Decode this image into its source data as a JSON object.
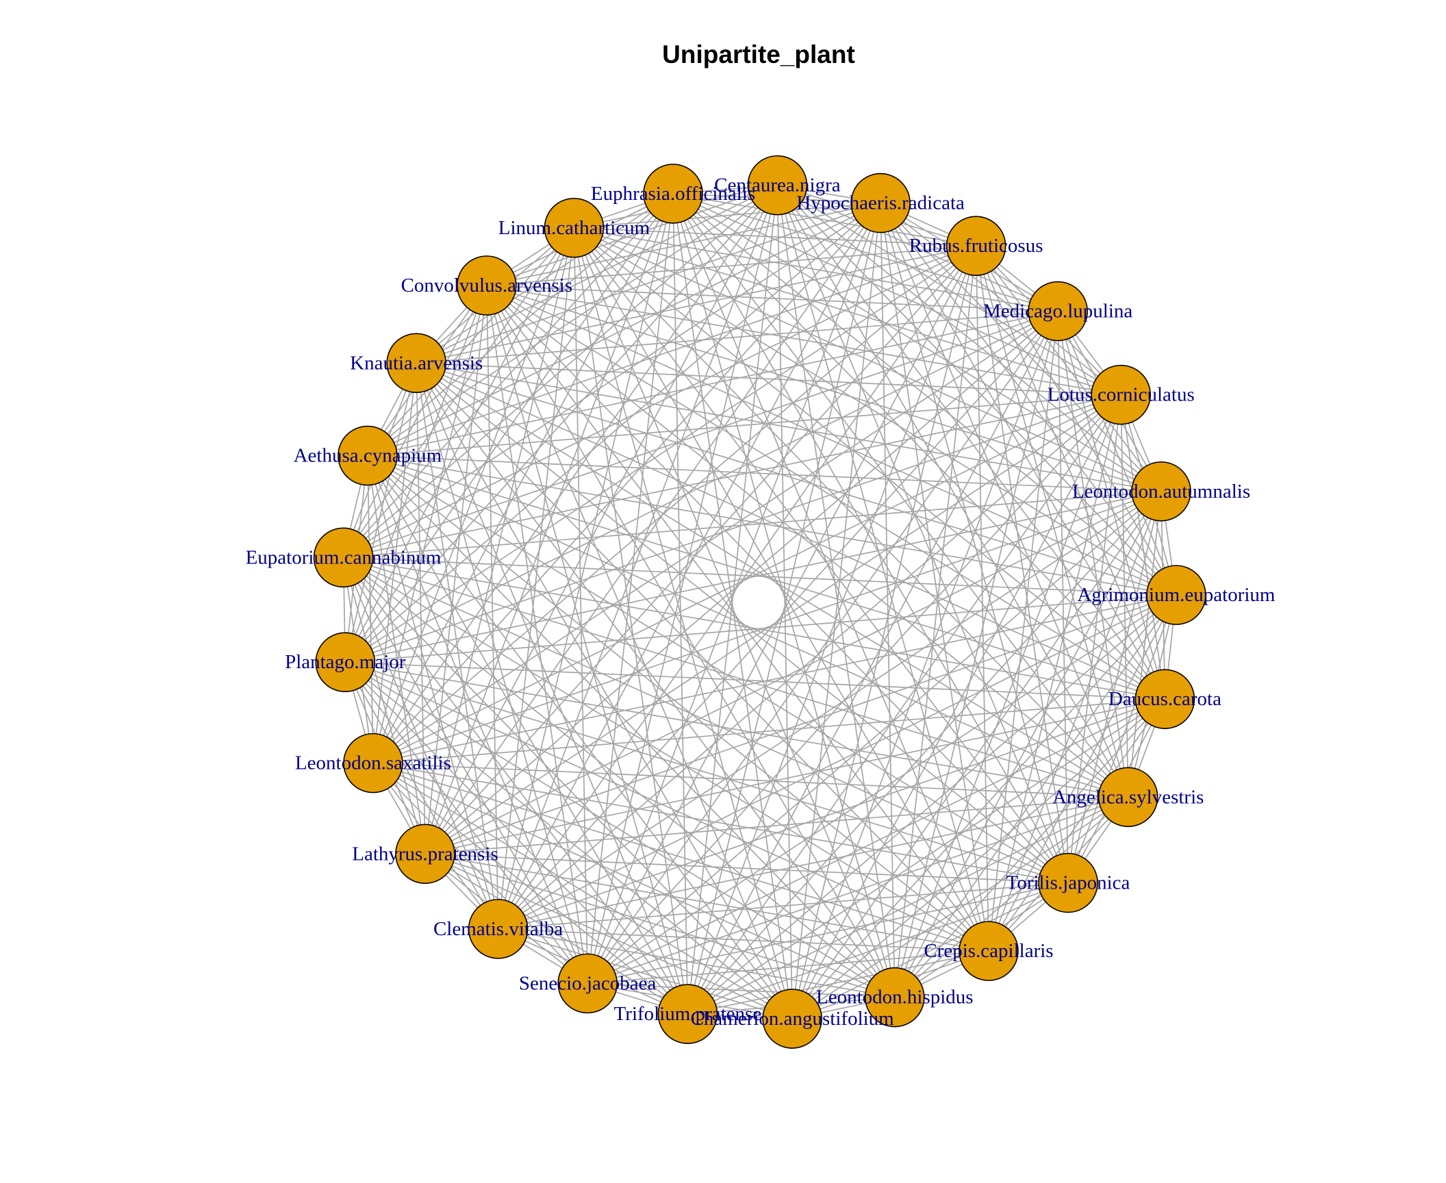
{
  "title": "Unipartite_plant",
  "style": {
    "node_fill": "#E69F00",
    "node_stroke": "#000000",
    "edge_color": "#A6A6A6",
    "label_color": "#00008B"
  },
  "nodes": [
    "Centaurea.nigra",
    "Hypochaeris.radicata",
    "Rubus.fruticosus",
    "Medicago.lupulina",
    "Lotus.corniculatus",
    "Leontodon.autumnalis",
    "Agrimonium.eupatorium",
    "Daucus.carota",
    "Angelica.sylvestris",
    "Torilis.japonica",
    "Crepis.capillaris",
    "Leontodon.hispidus",
    "Chamerion.angustifolium",
    "Trifolium.pratense",
    "Senecio.jacobaea",
    "Clematis.vitalba",
    "Lathyrus.pratensis",
    "Leontodon.saxatilis",
    "Plantago.major",
    "Eupatorium.cannabinum",
    "Aethusa.cynapium",
    "Knautia.arvensis",
    "Convolvulus.arvensis",
    "Linum.catharticum",
    "Euphrasia.officinalis"
  ]
}
